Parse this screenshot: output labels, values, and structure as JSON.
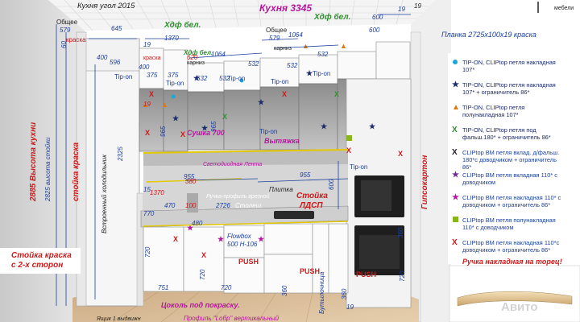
{
  "title_corner": "Кухня угол 2015",
  "title_main": "Кухня 3345",
  "brand": "мебели",
  "watermark": "Авито",
  "colors": {
    "red": "#d01818",
    "blue": "#1a3f9e",
    "green": "#2f8f2f",
    "magenta": "#b5179e",
    "navy": "#1b2a6b",
    "orange": "#e07a10",
    "cyan": "#1aa8d8",
    "purple": "#6a2a9a",
    "lime": "#8ab51a",
    "dark": "#222"
  },
  "labels": {
    "hdf_left": "Хдф бел.",
    "hdf_right": "Хдф бел.",
    "hdf_top": "Хдф бел.",
    "common_left": "Общее",
    "common_mid": "Общее",
    "kraska_top": "краска",
    "kraska_side": "краска",
    "karniz": "карниз",
    "karniz2": "карниз",
    "planka": "Планка 2725х100х19 краска",
    "gipsokarton": "Гипсокартон",
    "height_kitchen": "2885 Высота кухни",
    "height_post": "2825 высота стойки",
    "post_paint": "стойка краска",
    "fridge": "Встроенный холодильник",
    "fridge_h": "2325",
    "post_two_sides": "Стойка краска с 2-х сторон",
    "sushka": "Сушка 700",
    "vytyazhka": "Вытяжка",
    "led": "Светодиодная Лента",
    "handle_profile": "Ручка-профиль врезной",
    "plitka": "Плитка",
    "stolesh": "Столеш.",
    "stoyka_ldsp": "Стойка ЛДСП",
    "flowbox": "Flowbox 500 H-106",
    "push1": "PUSH",
    "push2": "PUSH",
    "push3": "PUSH",
    "bottle": "Бутылочница",
    "cokol": "Цоколь под покраску.",
    "profile_l": "Профиль \"Lобр\" вертикальный",
    "yaschik": "Ящик 1 выдвижн",
    "handle_end_title": "Ручка накладная на торец!",
    "tip_on": "Tip-on"
  },
  "dims": {
    "d19a": "19",
    "d19b": "19",
    "d19c": "19",
    "d19d": "19",
    "d19e": "19",
    "d600a": "600",
    "d600b": "600",
    "d600c": "600",
    "d579a": "579",
    "d579b": "579",
    "d645": "645",
    "d1370a": "1370",
    "d1370b": "1370",
    "d1064a": "1064",
    "d1064b": "1064",
    "d400a": "400",
    "d400b": "400",
    "d596": "596",
    "d532a": "532",
    "d532b": "532",
    "d532c": "532",
    "d532d": "532",
    "d532e": "532",
    "d375a": "375",
    "d375b": "375",
    "d620": "620",
    "d60": "60",
    "d965a": "965",
    "d965b": "965",
    "d955a": "955",
    "d955b": "955",
    "d380": "380",
    "d2726": "2726",
    "d470": "470",
    "d480": "480",
    "d770": "770",
    "d100": "100",
    "d720a": "720",
    "d720b": "720",
    "d720c": "720",
    "d720d": "720",
    "d751": "751",
    "d360a": "360",
    "d360b": "360",
    "d360c": "360",
    "d15": "15"
  },
  "legend": [
    {
      "marker": "circle",
      "color": "#1aa8d8",
      "text": "TIP-ON, CLIPtop петля накладная 107*"
    },
    {
      "marker": "star",
      "color": "#1b2a6b",
      "text": "TIP-ON, CLIPtop петля накладная 107* + ограничитель 86*"
    },
    {
      "marker": "triangle",
      "color": "#e07a10",
      "text": "TIP-ON, CLIPtop петля полунакладная 107*"
    },
    {
      "marker": "x",
      "color": "#2f8f2f",
      "text": "TIP-ON, CLIPtop петля под фальш.180* + ограничитель 86*"
    },
    {
      "marker": "x",
      "color": "#222222",
      "text": "CLIPtop BM петля вклад. д/фальш. 180*с доводчиком + ограничитель 86*"
    },
    {
      "marker": "star",
      "color": "#6a2a9a",
      "text": "CLIPtop BM петля вкладная 110* с доводчиком"
    },
    {
      "marker": "star",
      "color": "#b5179e",
      "text": "CLIPtop BM петля накладная 110* с доводчиком + ограничитель 86*"
    },
    {
      "marker": "square",
      "color": "#8ab51a",
      "text": "CLIPtop BM петля полунакладная 110* с доводчиком"
    },
    {
      "marker": "x",
      "color": "#d01818",
      "text": "CLIPtop BM петля накладная 110*с доводчиком + ограничитель 86*"
    }
  ]
}
